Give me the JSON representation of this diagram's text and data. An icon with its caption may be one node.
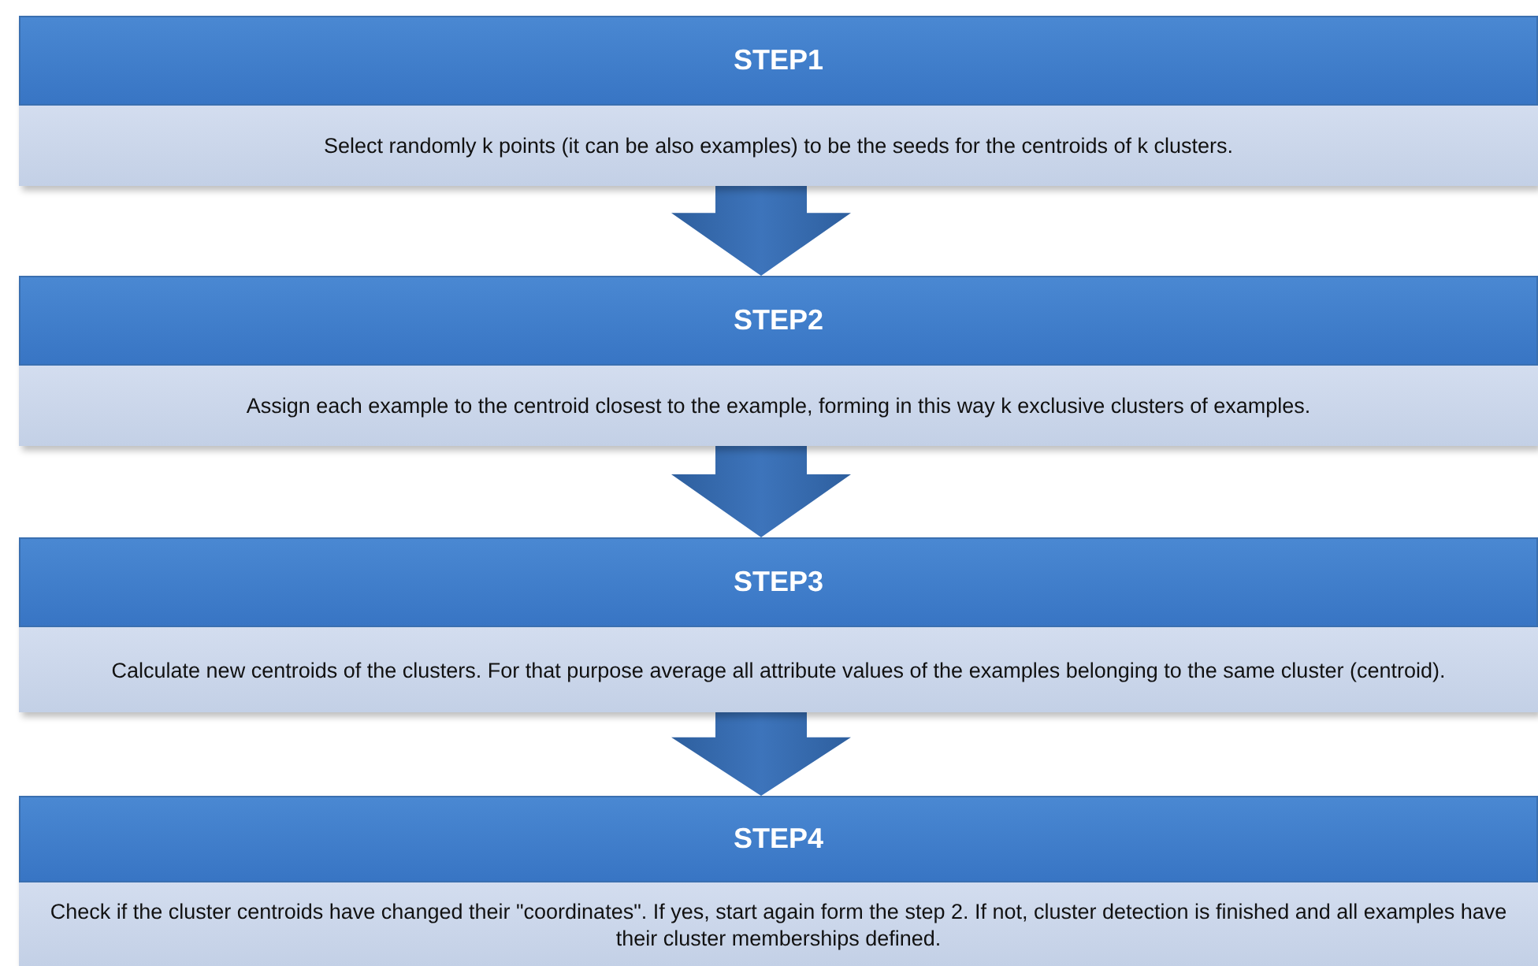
{
  "diagram": {
    "nodes": [
      {
        "text": [
          "STEP1",
          "Select randomly k points (it can be also examples) to be the seeds for the centroids of k clusters."
        ]
      },
      {
        "text": [
          "STEP2",
          "Assign each example to the centroid closest to the example, forming in this way k exclusive clusters of examples."
        ]
      },
      {
        "text": [
          "STEP3",
          "Calculate new centroids of the clusters. For that purpose average all attribute values of the examples belonging to the same cluster (centroid)."
        ]
      },
      {
        "text": [
          "STEP4",
          "Check if the cluster centroids have changed their \"coordinates\". If yes, start again form the step 2. If not, cluster detection is finished and all examples have their cluster memberships defined."
        ]
      }
    ],
    "edges": [
      {
        "from": 0,
        "to": 1,
        "arrow": "to"
      },
      {
        "from": 1,
        "to": 2,
        "arrow": "to"
      },
      {
        "from": 2,
        "to": 3,
        "arrow": "to"
      }
    ]
  }
}
